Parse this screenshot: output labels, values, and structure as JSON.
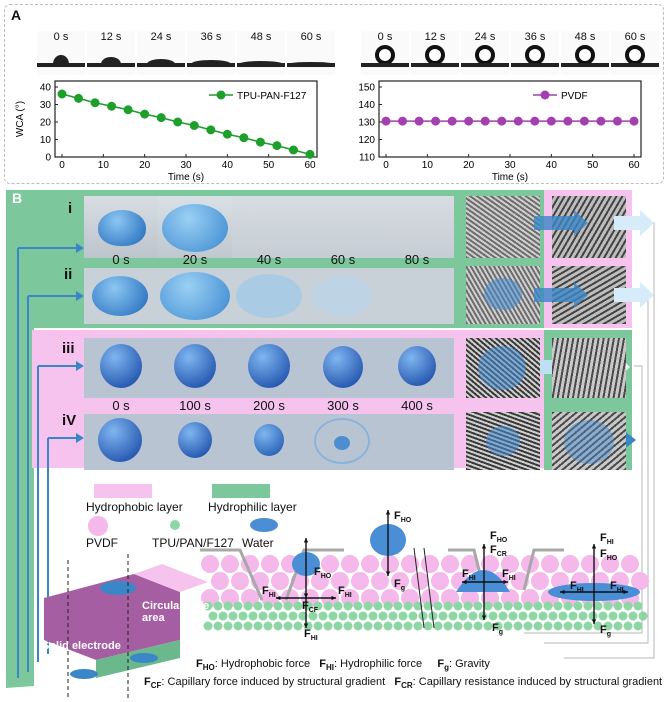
{
  "panel_a": {
    "label": "A",
    "left_times": [
      "0 s",
      "12 s",
      "24 s",
      "36 s",
      "48 s",
      "60 s"
    ],
    "right_times": [
      "0 s",
      "12 s",
      "24 s",
      "36 s",
      "48 s",
      "60 s"
    ]
  },
  "chart_data": [
    {
      "type": "line",
      "ylabel": "WCA (°)",
      "xlabel": "Time (s)",
      "ylim": [
        0,
        40
      ],
      "xlim": [
        0,
        60
      ],
      "xticks": [
        0,
        10,
        20,
        30,
        40,
        50,
        60
      ],
      "yticks": [
        0,
        10,
        20,
        30,
        40
      ],
      "series": [
        {
          "name": "TPU-PAN-F127",
          "color": "#1e9e2a",
          "x": [
            0,
            4,
            8,
            12,
            16,
            20,
            24,
            28,
            32,
            36,
            40,
            44,
            48,
            52,
            56,
            60
          ],
          "y": [
            36,
            33.5,
            31,
            29,
            27,
            24.5,
            22.5,
            20,
            18,
            15.5,
            13,
            11,
            8.5,
            6.5,
            4,
            1.5
          ]
        }
      ],
      "legend": "top-right"
    },
    {
      "type": "line",
      "ylabel": "",
      "xlabel": "Time (s)",
      "ylim": [
        110,
        150
      ],
      "xlim": [
        0,
        60
      ],
      "xticks": [
        0,
        10,
        20,
        30,
        40,
        50,
        60
      ],
      "yticks": [
        110,
        120,
        130,
        140,
        150
      ],
      "series": [
        {
          "name": "PVDF",
          "color": "#a43fb0",
          "x": [
            0,
            4,
            8,
            12,
            16,
            20,
            24,
            28,
            32,
            36,
            40,
            44,
            48,
            52,
            56,
            60
          ],
          "y": [
            130.5,
            130.5,
            130.5,
            130.5,
            130.5,
            130.5,
            130.5,
            130.5,
            130.5,
            130.5,
            130.5,
            130.5,
            130.5,
            130.5,
            130.5,
            130.5
          ]
        }
      ],
      "legend": "top-right"
    }
  ],
  "panel_b": {
    "label": "B",
    "row_labels": [
      "i",
      "ii",
      "iii",
      "iV"
    ],
    "times_top": [
      "0 s",
      "20 s",
      "40 s",
      "60 s",
      "80 s"
    ],
    "times_bottom": [
      "0 s",
      "100 s",
      "200 s",
      "300 s",
      "400 s"
    ],
    "legend": {
      "hydrophobic": "Hydrophobic layer",
      "hydrophilic": "Hydrophilic layer",
      "pvdf": "PVDF",
      "tpu": "TPU/PAN/F127",
      "water": "Water"
    },
    "areas": {
      "circular": "Circular hole\narea",
      "solid": "Solid electrode\narea"
    },
    "forces": {
      "fho": "F",
      "fho_sub": "HO",
      "fhi": "F",
      "fhi_sub": "HI",
      "fg": "F",
      "fg_sub": "g",
      "fcf": "F",
      "fcf_sub": "CF",
      "fcr": "F",
      "fcr_sub": "CR"
    },
    "captions": {
      "ho": ": Hydrophobic force",
      "hi": ": Hydrophilic force",
      "g": ": Gravity",
      "cf": ": Capillary force induced by structural gradient",
      "cr": ": Capillary resistance induced by structural gradient"
    }
  },
  "colors": {
    "green": "#7cc79b",
    "pink": "#f5c3ee",
    "pvdf_circle": "#f4b8ea",
    "tpu_circle": "#8fd6a5",
    "water": "#4a8fd6",
    "arrow_blue": "#3b86c6"
  }
}
